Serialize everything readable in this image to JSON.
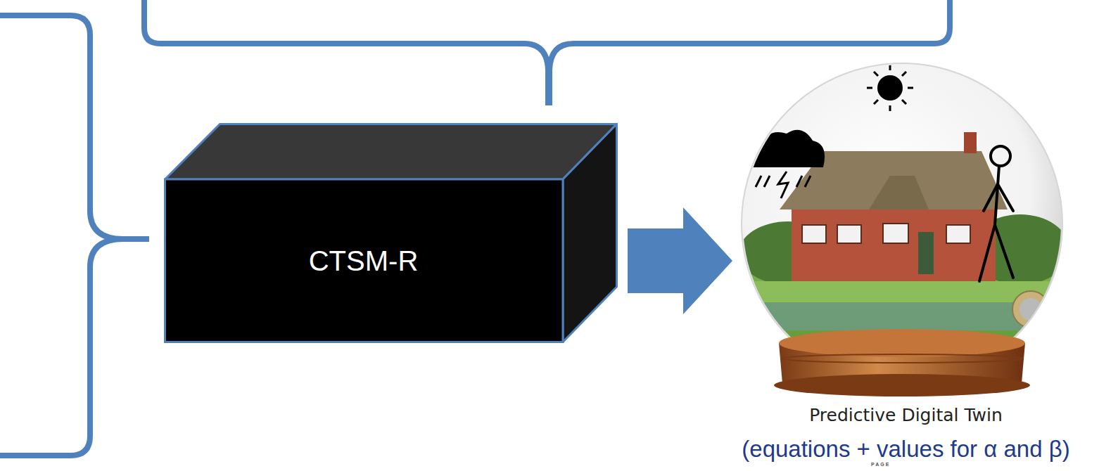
{
  "diagram": {
    "nodes": [
      {
        "text": [
          "CTSM-R"
        ]
      },
      {
        "text": [
          "Predictive Digital Twin",
          "(equations + values for α and β)"
        ]
      }
    ],
    "edges": [
      {
        "from": 0,
        "to": 1,
        "arrow": "to"
      }
    ],
    "labels": [
      "PAGE"
    ]
  }
}
